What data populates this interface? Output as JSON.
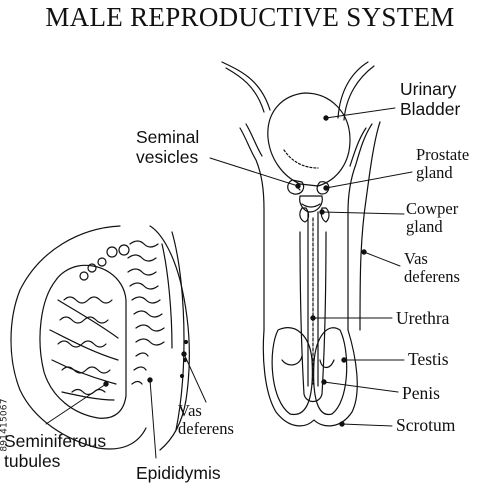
{
  "title": "MALE REPRODUCTIVE SYSTEM",
  "labels": {
    "urinary_bladder_1": "Urinary",
    "urinary_bladder_2": "Bladder",
    "seminal_vesicles_1": "Seminal",
    "seminal_vesicles_2": "vesicles",
    "prostate_gland_1": "Prostate",
    "prostate_gland_2": "gland",
    "cowper_gland_1": "Cowper",
    "cowper_gland_2": "gland",
    "vas_deferens_right_1": "Vas",
    "vas_deferens_right_2": "deferens",
    "urethra": "Urethra",
    "testis": "Testis",
    "penis": "Penis",
    "scrotum": "Scrotum",
    "vas_deferens_left_1": "Vas",
    "vas_deferens_left_2": "deferens",
    "seminiferous_tubules_1": "Seminiferous",
    "seminiferous_tubules_2": "tubules",
    "epididymis": "Epididymis"
  },
  "watermark": "891415067",
  "colors": {
    "line": "#111111",
    "background": "#ffffff"
  }
}
